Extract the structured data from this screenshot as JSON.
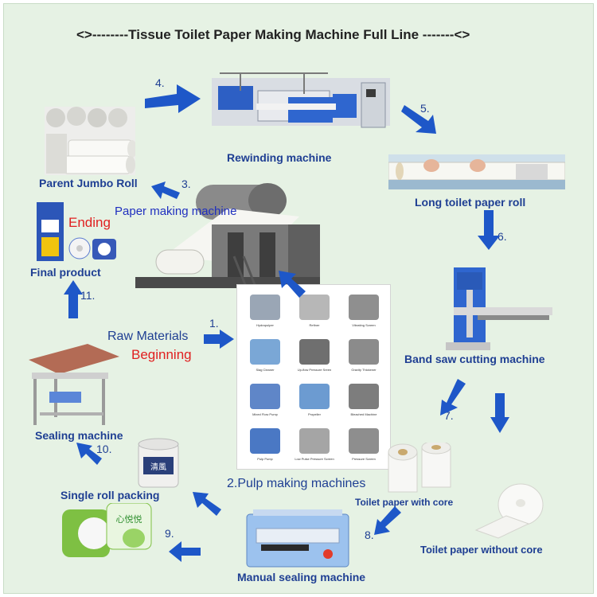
{
  "title": "<>--------Tissue Toilet Paper Making Machine Full Line -------<>",
  "labels": {
    "rewinding": "Rewinding machine",
    "parent_roll": "Parent Jumbo Roll",
    "paper_making": "Paper making machine",
    "long_roll": "Long toilet paper roll",
    "band_saw": "Band saw cutting machine",
    "final_product": "Final product",
    "ending": "Ending",
    "raw_materials": "Raw Materials",
    "beginning": "Beginning",
    "pulp_machines": "2.Pulp making machines",
    "sealing": "Sealing machine",
    "single_roll": "Single roll packing",
    "manual_sealing": "Manual sealing machine",
    "with_core": "Toilet paper with core",
    "without_core": "Toilet paper without core"
  },
  "steps": {
    "s1": "1.",
    "s3": "3.",
    "s4": "4.",
    "s5": "5.",
    "s6": "6.",
    "s7": "7.",
    "s8": "8.",
    "s9": "9.",
    "s10": "10.",
    "s11": "11."
  },
  "pulp_items": [
    "Hydrapulper",
    "Refiner",
    "Vibrating Screen",
    "Slag Cleaner",
    "Up-flow Pressure Sreen",
    "Gravity Thickener",
    "Mixed Flow Pump",
    "Propeller",
    "Bleached Machine",
    "Pulp Pump",
    "Low Pulse Pressure Screen",
    "Pressure Screen"
  ],
  "product_packaging": {
    "brand": "清风",
    "single_roll_brand": "清風",
    "green_pack_brand": "心悦悦"
  },
  "colors": {
    "label_blue": "#1f3f93",
    "arrow_blue": "#1e57c8",
    "accent_red": "#e02020",
    "background": "#e6f2e4"
  }
}
